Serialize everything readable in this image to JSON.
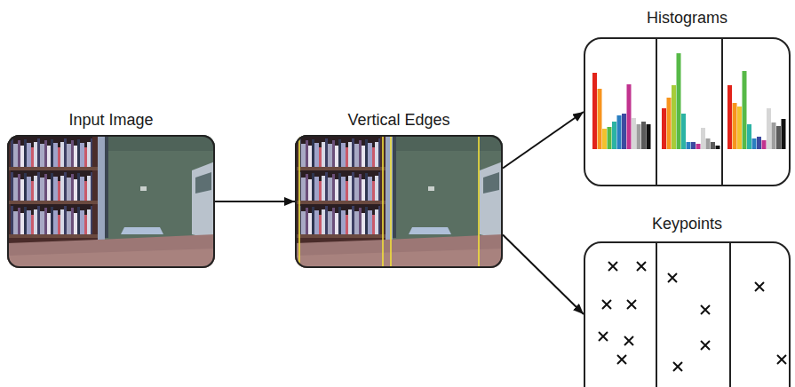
{
  "diagram": {
    "nodes": [
      {
        "text": [
          "Input Image"
        ]
      },
      {
        "text": [
          "Vertical Edges"
        ]
      },
      {
        "text": [
          "Histograms"
        ]
      },
      {
        "text": [
          "Keypoints"
        ]
      }
    ],
    "edges": [
      {
        "from": 0,
        "to": 1,
        "arrow": "to"
      },
      {
        "from": 1,
        "to": 2,
        "arrow": "to"
      },
      {
        "from": 1,
        "to": 3,
        "arrow": "to"
      }
    ]
  }
}
